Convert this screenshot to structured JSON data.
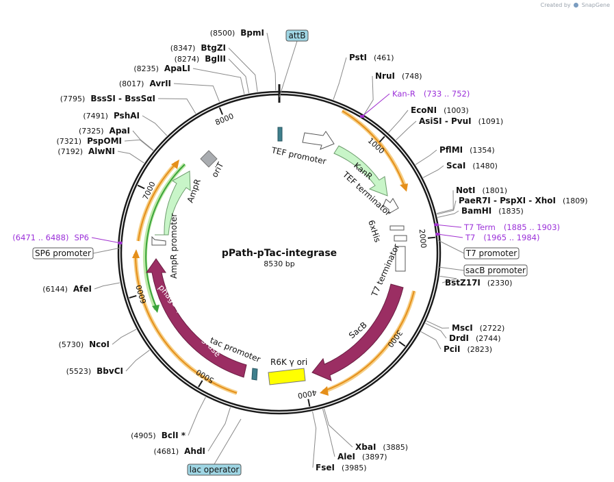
{
  "plasmid": {
    "name": "pPath-pTac-integrase",
    "length_text": "8530 bp",
    "length": 8530
  },
  "watermark": {
    "prefix": "Created by",
    "brand": "SnapGene"
  },
  "ticks": [
    {
      "bp": 1000,
      "label": "1000"
    },
    {
      "bp": 2000,
      "label": "2000"
    },
    {
      "bp": 3000,
      "label": "3000"
    },
    {
      "bp": 4000,
      "label": "4000"
    },
    {
      "bp": 5000,
      "label": "5000"
    },
    {
      "bp": 6000,
      "label": "6000"
    },
    {
      "bp": 7000,
      "label": "7000"
    },
    {
      "bp": 8000,
      "label": "8000"
    }
  ],
  "enzymes": [
    {
      "name": "BpmI",
      "pos": "(8500)",
      "bp": 8500,
      "side": "left"
    },
    {
      "name": "BtgZI",
      "pos": "(8347)",
      "bp": 8347,
      "side": "left"
    },
    {
      "name": "BglII",
      "pos": "(8274)",
      "bp": 8274,
      "side": "left"
    },
    {
      "name": "ApaLI",
      "pos": "(8235)",
      "bp": 8235,
      "side": "left"
    },
    {
      "name": "AvrII",
      "pos": "(8017)",
      "bp": 8017,
      "side": "left"
    },
    {
      "name": "BssSI - BssSαI",
      "pos": "(7795)",
      "bp": 7795,
      "side": "left"
    },
    {
      "name": "PshAI",
      "pos": "(7491)",
      "bp": 7491,
      "side": "left"
    },
    {
      "name": "ApaI",
      "pos": "(7325)",
      "bp": 7325,
      "side": "left"
    },
    {
      "name": "PspOMI",
      "pos": "(7321)",
      "bp": 7321,
      "side": "left"
    },
    {
      "name": "AlwNI",
      "pos": "(7192)",
      "bp": 7192,
      "side": "left"
    },
    {
      "name": "AfeI",
      "pos": "(6144)",
      "bp": 6144,
      "side": "left"
    },
    {
      "name": "NcoI",
      "pos": "(5730)",
      "bp": 5730,
      "side": "left"
    },
    {
      "name": "BbvCI",
      "pos": "(5523)",
      "bp": 5523,
      "side": "left"
    },
    {
      "name": "BclI *",
      "pos": "(4905)",
      "bp": 4905,
      "side": "left"
    },
    {
      "name": "AhdI",
      "pos": "(4681)",
      "bp": 4681,
      "side": "left"
    },
    {
      "name": "PstI",
      "pos": "(461)",
      "bp": 461,
      "side": "right"
    },
    {
      "name": "NruI",
      "pos": "(748)",
      "bp": 748,
      "side": "right"
    },
    {
      "name": "EcoNI",
      "pos": "(1003)",
      "bp": 1003,
      "side": "right"
    },
    {
      "name": "AsiSI - PvuI",
      "pos": "(1091)",
      "bp": 1091,
      "side": "right"
    },
    {
      "name": "PflMI",
      "pos": "(1354)",
      "bp": 1354,
      "side": "right"
    },
    {
      "name": "ScaI",
      "pos": "(1480)",
      "bp": 1480,
      "side": "right"
    },
    {
      "name": "NotI",
      "pos": "(1801)",
      "bp": 1801,
      "side": "right"
    },
    {
      "name": "PaeR7I - PspXI - XhoI",
      "pos": "(1809)",
      "bp": 1809,
      "side": "right"
    },
    {
      "name": "BamHI",
      "pos": "(1835)",
      "bp": 1835,
      "side": "right"
    },
    {
      "name": "BstZ17I",
      "pos": "(2330)",
      "bp": 2330,
      "side": "right"
    },
    {
      "name": "MscI",
      "pos": "(2722)",
      "bp": 2722,
      "side": "right"
    },
    {
      "name": "DrdI",
      "pos": "(2744)",
      "bp": 2744,
      "side": "right"
    },
    {
      "name": "PciI",
      "pos": "(2823)",
      "bp": 2823,
      "side": "right"
    },
    {
      "name": "XbaI",
      "pos": "(3885)",
      "bp": 3885,
      "side": "right"
    },
    {
      "name": "AleI",
      "pos": "(3897)",
      "bp": 3897,
      "side": "right"
    },
    {
      "name": "FseI",
      "pos": "(3985)",
      "bp": 3985,
      "side": "right"
    }
  ],
  "primers": [
    {
      "name": "Kan-R",
      "range": "(733 .. 752)",
      "bp": 742
    },
    {
      "name": "T7 Term",
      "range": "(1885 .. 1903)",
      "bp": 1894
    },
    {
      "name": "T7",
      "range": "(1965 .. 1984)",
      "bp": 1975
    },
    {
      "name": "SP6",
      "range": "(6471 .. 6488)",
      "bp": 6480
    }
  ],
  "boxed_features": [
    {
      "name": "attB",
      "style": "filled"
    },
    {
      "name": "T7 promoter",
      "style": "outline"
    },
    {
      "name": "sacB promoter",
      "style": "outline"
    },
    {
      "name": "SP6 promoter",
      "style": "outline"
    },
    {
      "name": "lac operator",
      "style": "filled"
    }
  ],
  "features": [
    {
      "name": "TEF promoter",
      "kind": "promoter"
    },
    {
      "name": "KanR",
      "kind": "cds"
    },
    {
      "name": "TEF terminator",
      "kind": "terminator"
    },
    {
      "name": "6xHis",
      "kind": "tag"
    },
    {
      "name": "T7 terminator",
      "kind": "terminator"
    },
    {
      "name": "SacB",
      "kind": "cds"
    },
    {
      "name": "R6K γ ori",
      "kind": "ori"
    },
    {
      "name": "tac promoter",
      "kind": "promoter"
    },
    {
      "name": "phage φC31 integrase",
      "kind": "cds"
    },
    {
      "name": "AmpR promoter",
      "kind": "promoter"
    },
    {
      "name": "AmpR",
      "kind": "cds"
    },
    {
      "name": "oriT",
      "kind": "ori"
    }
  ],
  "colors": {
    "backbone": "#1a1a1a",
    "cds_green": "#c8f5c8",
    "cds_maroon": "#9b2e63",
    "ori_yellow": "#ffff00",
    "ori_gray": "#a9acb0",
    "attb_teal": "#3f7f8c",
    "orf_orange": "#f0a020",
    "orf_green": "#3aa43a",
    "primer_purple": "#a02ecf",
    "box_fill": "#9fd6e4"
  }
}
